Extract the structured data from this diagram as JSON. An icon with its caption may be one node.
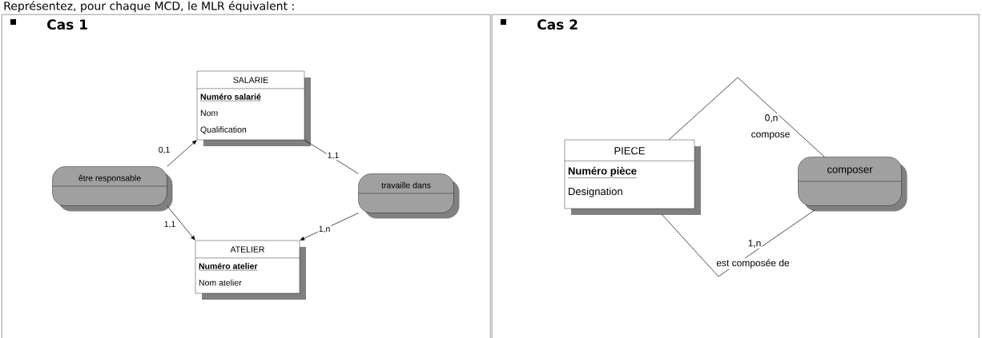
{
  "diagram": {
    "title": "Représentez, pour chaque MCD, le MLR équivalent :",
    "nodes": [
      {
        "text": [
          "Cas 1"
        ]
      },
      {
        "text": [
          "SALARIE",
          "Numéro salarié",
          "Nom",
          "Qualification"
        ],
        "in": 0
      },
      {
        "text": [
          "être responsable"
        ],
        "in": 0
      },
      {
        "text": [
          "travaille dans"
        ],
        "in": 0
      },
      {
        "text": [
          "ATELIER",
          "Numéro atelier",
          "Nom atelier"
        ],
        "in": 0
      },
      {
        "text": [
          "Cas 2"
        ]
      },
      {
        "text": [
          "PIECE",
          "Numéro pièce",
          "Designation"
        ],
        "in": 5
      },
      {
        "text": [
          "composer"
        ],
        "in": 5
      }
    ],
    "edges": [
      {
        "from": 2,
        "to": 1,
        "arrow": "to",
        "label": "0,1"
      },
      {
        "from": 2,
        "to": 4,
        "arrow": "to",
        "label": "1,1"
      },
      {
        "from": 3,
        "to": 1,
        "arrow": "none",
        "label": "1,1"
      },
      {
        "from": 3,
        "to": 4,
        "arrow": "to",
        "label": "1,n"
      },
      {
        "from": 6,
        "to": 7,
        "arrow": "none",
        "label": "0,n"
      },
      {
        "from": 6,
        "to": 7,
        "arrow": "none",
        "label": "1,n"
      }
    ],
    "labels": [
      "compose",
      "est composée de"
    ]
  }
}
